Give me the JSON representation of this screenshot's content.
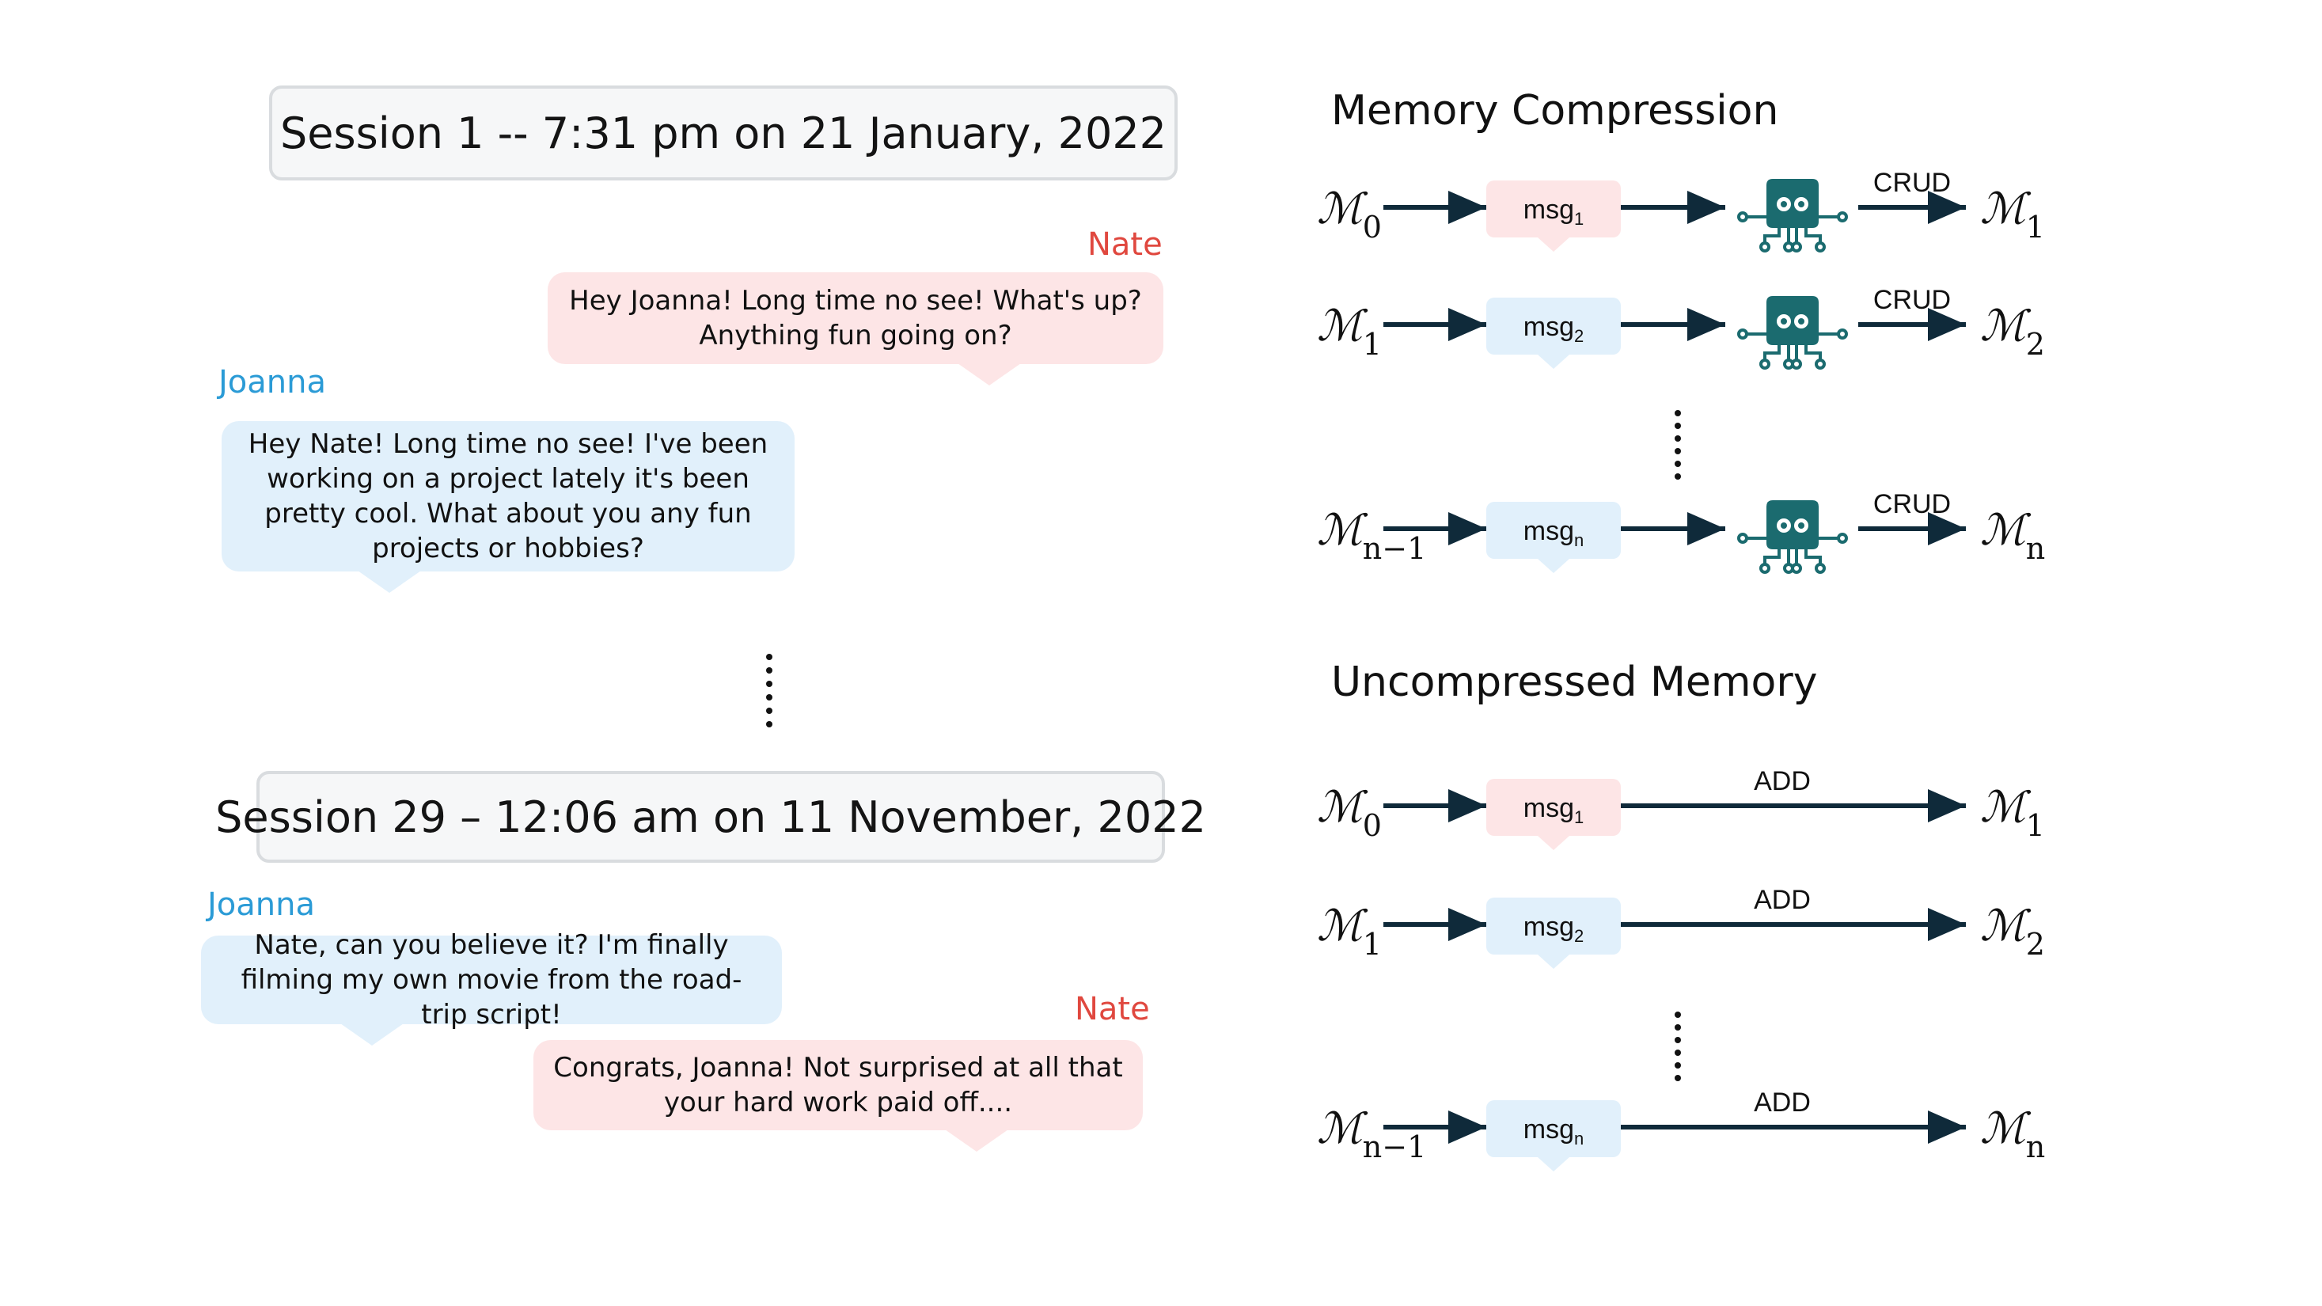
{
  "left": {
    "session1": {
      "title": "Session 1 -- 7:31 pm on 21 January, 2022"
    },
    "s1_msg1": {
      "speaker": "Nate",
      "text": "Hey Joanna! Long time no see! What's up? Anything fun going on?"
    },
    "s1_msg2": {
      "speaker": "Joanna",
      "text": "Hey Nate! Long time no see! I've been working on a project lately it's been pretty cool. What about you any fun projects or hobbies?"
    },
    "session29": {
      "title": "Session 29 – 12:06 am on 11 November, 2022"
    },
    "s29_msg1": {
      "speaker": "Joanna",
      "text": "Nate, can you believe it? I'm finally filming my own movie from the road-trip script!"
    },
    "s29_msg2": {
      "speaker": "Nate",
      "text": "Congrats, Joanna! Not surprised at all that your hard work paid off...."
    }
  },
  "right": {
    "compression": {
      "title": "Memory Compression",
      "rows": [
        {
          "in": "0",
          "msg_sub": "1",
          "op": "CRUD",
          "out": "1"
        },
        {
          "in": "1",
          "msg_sub": "2",
          "op": "CRUD",
          "out": "2"
        },
        {
          "in": "n−1",
          "msg_sub": "n",
          "op": "CRUD",
          "out": "n"
        }
      ]
    },
    "uncompressed": {
      "title": "Uncompressed Memory",
      "rows": [
        {
          "in": "0",
          "msg_sub": "1",
          "op": "ADD",
          "out": "1"
        },
        {
          "in": "1",
          "msg_sub": "2",
          "op": "ADD",
          "out": "2"
        },
        {
          "in": "n−1",
          "msg_sub": "n",
          "op": "ADD",
          "out": "n"
        }
      ]
    },
    "memory_symbol": "ℳ",
    "msg_label": "msg",
    "colors": {
      "pink": "#fde5e6",
      "blue": "#e1f0fb",
      "arrow": "#0f2a3a",
      "agent": "#1b6b6f"
    }
  }
}
